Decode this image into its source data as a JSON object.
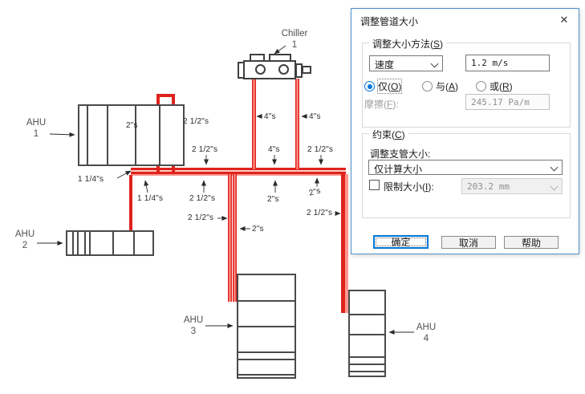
{
  "dialog": {
    "title": "调整管道大小",
    "close_glyph": "✕",
    "sizing_method": {
      "legend": "调整大小方法(S)",
      "method_selected": "速度",
      "value": "1.2 m/s",
      "radio_only": "仅(O)",
      "radio_and": "与(A)",
      "radio_or": "或(R)",
      "radio_selected": "仅(O)",
      "friction_label": "摩擦(F):",
      "friction_value": "245.17 Pa/m"
    },
    "constraints": {
      "legend": "约束(C)",
      "branch_label": "调整支管大小:",
      "branch_selected": "仅计算大小",
      "restrict_label": "限制大小(I):",
      "restrict_checked": false,
      "restrict_value": "203.2 mm"
    },
    "buttons": {
      "ok": "确定",
      "cancel": "取消",
      "help": "帮助"
    }
  },
  "diagram": {
    "equipment_labels": {
      "chiller": {
        "name": "Chiller",
        "number": "1"
      },
      "ahu1": {
        "name": "AHU",
        "number": "1"
      },
      "ahu2": {
        "name": "AHU",
        "number": "2"
      },
      "ahu3": {
        "name": "AHU",
        "number": "3"
      },
      "ahu4": {
        "name": "AHU",
        "number": "4"
      }
    },
    "pipe_labels": [
      {
        "text": "2\"s"
      },
      {
        "text": "2 1/2\"s"
      },
      {
        "text": "4\"s"
      },
      {
        "text": "4\"s"
      },
      {
        "text": "2 1/2\"s"
      },
      {
        "text": "4\"s"
      },
      {
        "text": "2 1/2\"s"
      },
      {
        "text": "1 1/4\"s"
      },
      {
        "text": "1 1/4\"s"
      },
      {
        "text": "2 1/2\"s"
      },
      {
        "text": "2\"s"
      },
      {
        "text": "2\"s"
      },
      {
        "text": "2 1/2\"s"
      },
      {
        "text": "2\"s"
      },
      {
        "text": "2 1/2\"s"
      }
    ],
    "colors": {
      "pipe_highlight": "#de231d",
      "pipe_highlight_light": "#ff9790",
      "equipment_outline": "#4a4a4a",
      "dialog_border": "#4e91cc",
      "accent_blue": "#0078d7"
    }
  }
}
